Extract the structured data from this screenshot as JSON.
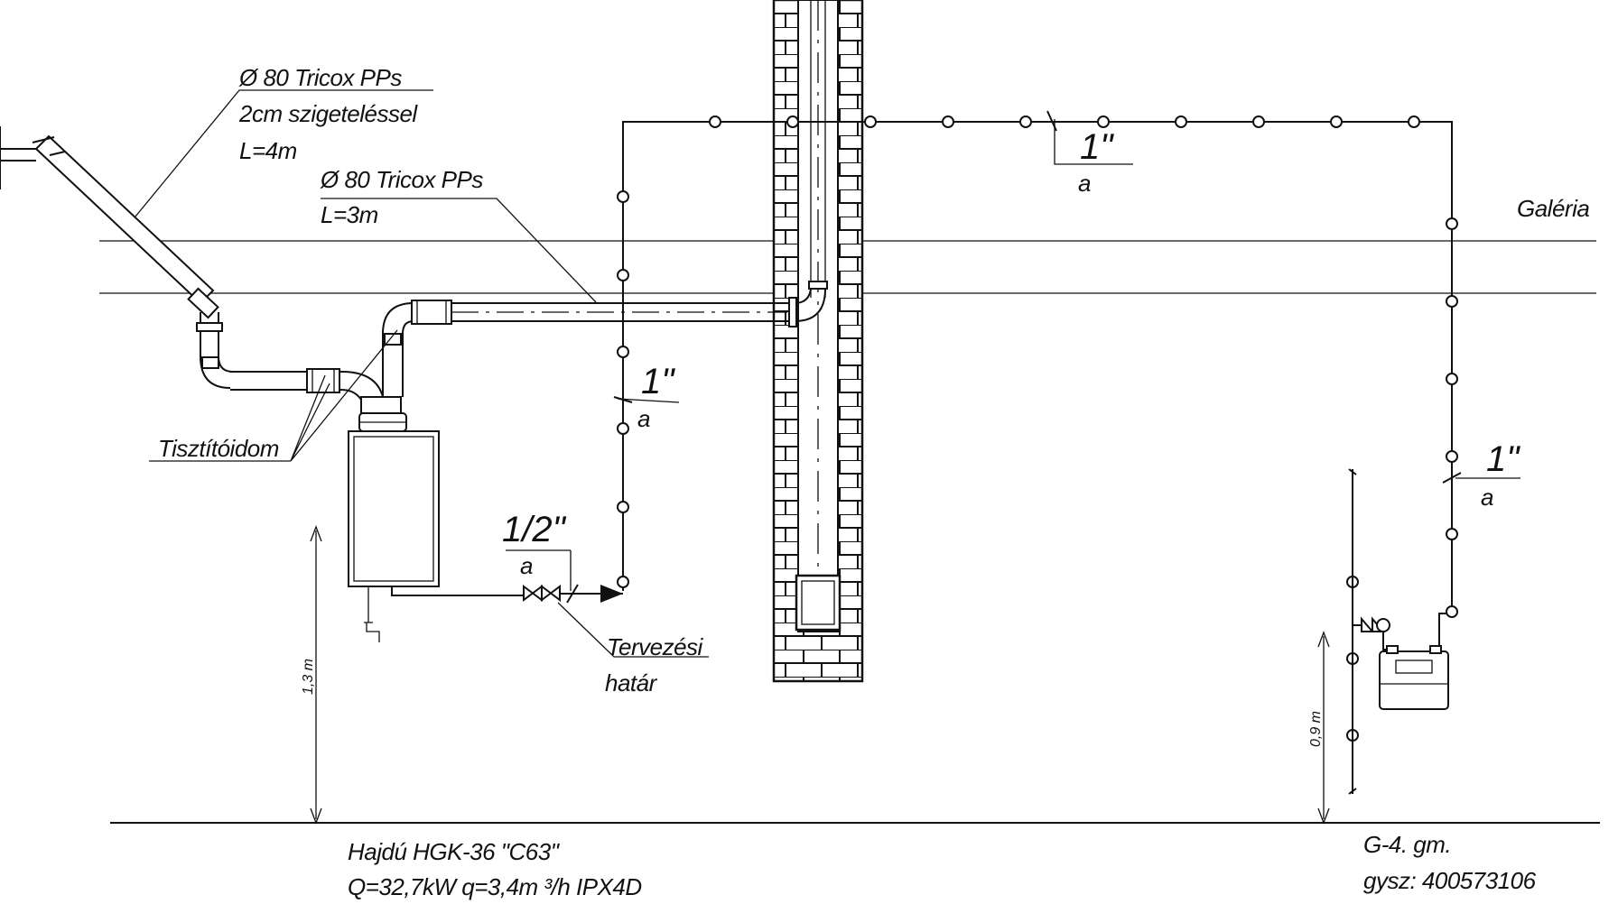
{
  "labels": {
    "pipe1_line1": "Ø 80 Tricox PPs",
    "pipe1_line2": "2cm szigeteléssel",
    "pipe1_line3": "L=4m",
    "pipe2_line1": "Ø 80 Tricox PPs",
    "pipe2_line2": "L=3m",
    "cleaning": "Tisztítóidom",
    "galeria": "Galéria",
    "boundary_line1": "Tervezési",
    "boundary_line2": "határ",
    "size_half": "1/2\"",
    "size_a": "a",
    "size_one": "1\"",
    "height_boiler": "1,3 m",
    "height_meter": "0,9 m",
    "boiler_line1": "Hajdú HGK-36   \"C63\"",
    "boiler_line2": "Q=32,7kW  q=3,4m ³/h IPX4D",
    "meter_line1": "G-4. gm.",
    "meter_line2": "gysz: 400573106"
  }
}
